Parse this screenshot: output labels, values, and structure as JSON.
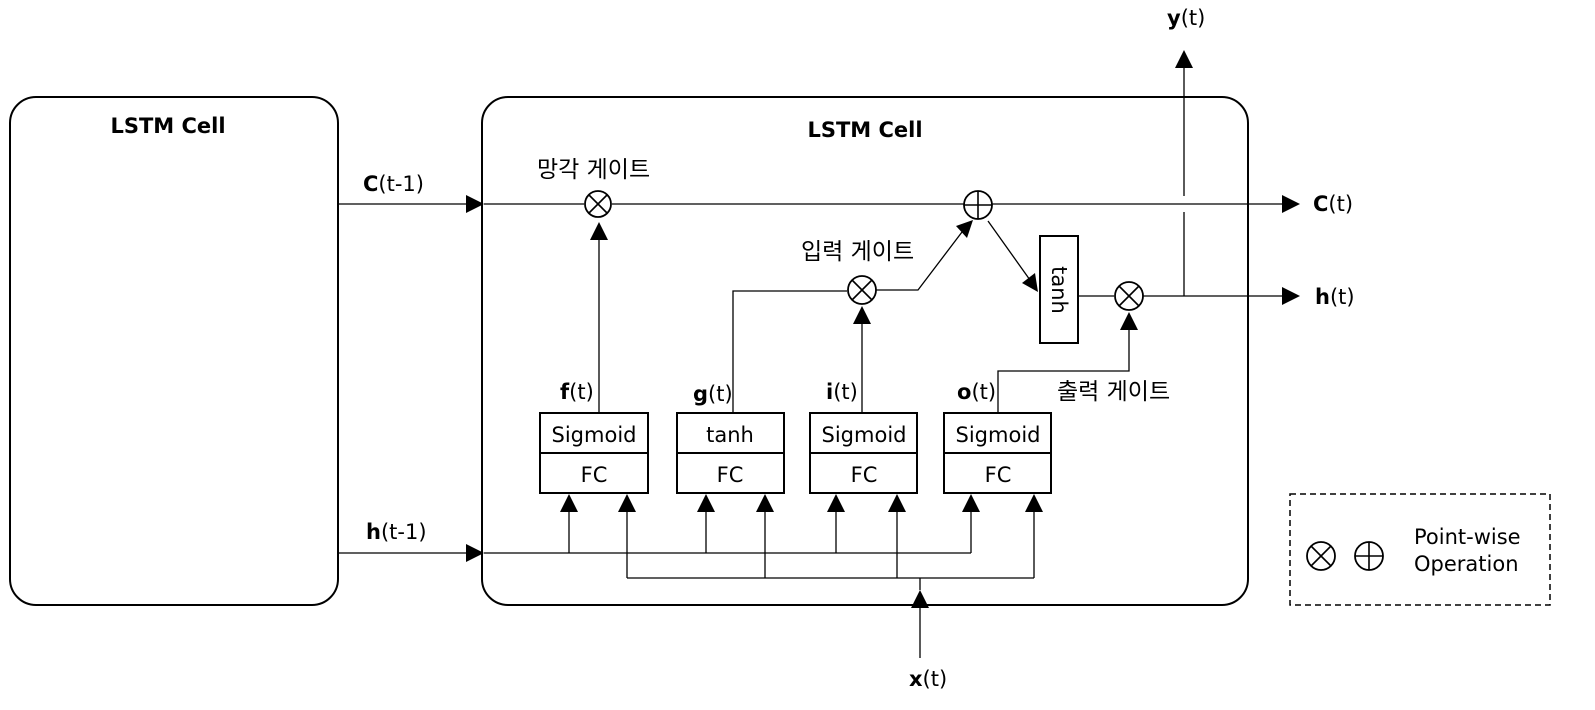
{
  "left_cell": {
    "title": "LSTM Cell"
  },
  "main_cell": {
    "title": "LSTM Cell"
  },
  "inputs": {
    "c_prev": {
      "bold": "C",
      "rest": "(t-1)"
    },
    "h_prev": {
      "bold": "h",
      "rest": "(t-1)"
    },
    "x": {
      "bold": "x",
      "rest": "(t)"
    }
  },
  "outputs": {
    "c": {
      "bold": "C",
      "rest": "(t)"
    },
    "h": {
      "bold": "h",
      "rest": "(t)"
    },
    "y": {
      "bold": "y",
      "rest": "(t)"
    }
  },
  "gates": {
    "forget": "망각 게이트",
    "input": "입력 게이트",
    "output": "출력 게이트"
  },
  "units": [
    {
      "signal_bold": "f",
      "signal_rest": "(t)",
      "activation": "Sigmoid",
      "layer": "FC"
    },
    {
      "signal_bold": "g",
      "signal_rest": "(t)",
      "activation": "tanh",
      "layer": "FC"
    },
    {
      "signal_bold": "i",
      "signal_rest": "(t)",
      "activation": "Sigmoid",
      "layer": "FC"
    },
    {
      "signal_bold": "o",
      "signal_rest": "(t)",
      "activation": "Sigmoid",
      "layer": "FC"
    }
  ],
  "cell_tanh": "tanh",
  "legend": {
    "line1": "Point-wise",
    "line2": "Operation"
  }
}
